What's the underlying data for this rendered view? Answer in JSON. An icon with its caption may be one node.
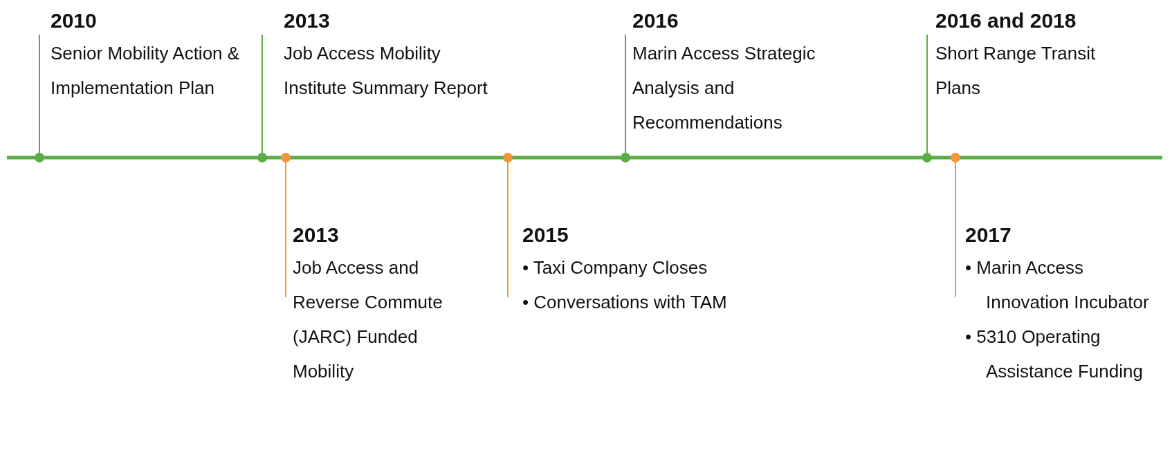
{
  "diagram": {
    "nodes": [
      {
        "text": [
          "2010",
          "Senior Mobility Action & Implementation Plan"
        ]
      },
      {
        "text": [
          "2013",
          "Job Access Mobility Institute Summary Report"
        ]
      },
      {
        "text": [
          "2013",
          "Job Access and Reverse Commute (JARC) Funded Mobility"
        ]
      },
      {
        "text": [
          "2015",
          "• Taxi Company Closes",
          "• Conversations with TAM"
        ]
      },
      {
        "text": [
          "2016",
          "Marin Access Strategic Analysis and Recommendations"
        ]
      },
      {
        "text": [
          "2016 and 2018",
          "Short Range Transit Plans"
        ]
      },
      {
        "text": [
          "2017",
          "• Marin Access Innovation Incubator",
          "• 5310 Operating Assistance Funding"
        ]
      },
      {
        "text": [],
        "shape": "bar"
      }
    ],
    "edges": [
      {
        "from": 0,
        "to": 7,
        "arrow": "other"
      },
      {
        "from": 1,
        "to": 7,
        "arrow": "other"
      },
      {
        "from": 2,
        "to": 7,
        "arrow": "other",
        "color": "#f7943a"
      },
      {
        "from": 3,
        "to": 7,
        "arrow": "other",
        "color": "#f7943a"
      },
      {
        "from": 4,
        "to": 7,
        "arrow": "other"
      },
      {
        "from": 5,
        "to": 7,
        "arrow": "other"
      },
      {
        "from": 6,
        "to": 7,
        "arrow": "other",
        "color": "#f7943a"
      }
    ]
  }
}
